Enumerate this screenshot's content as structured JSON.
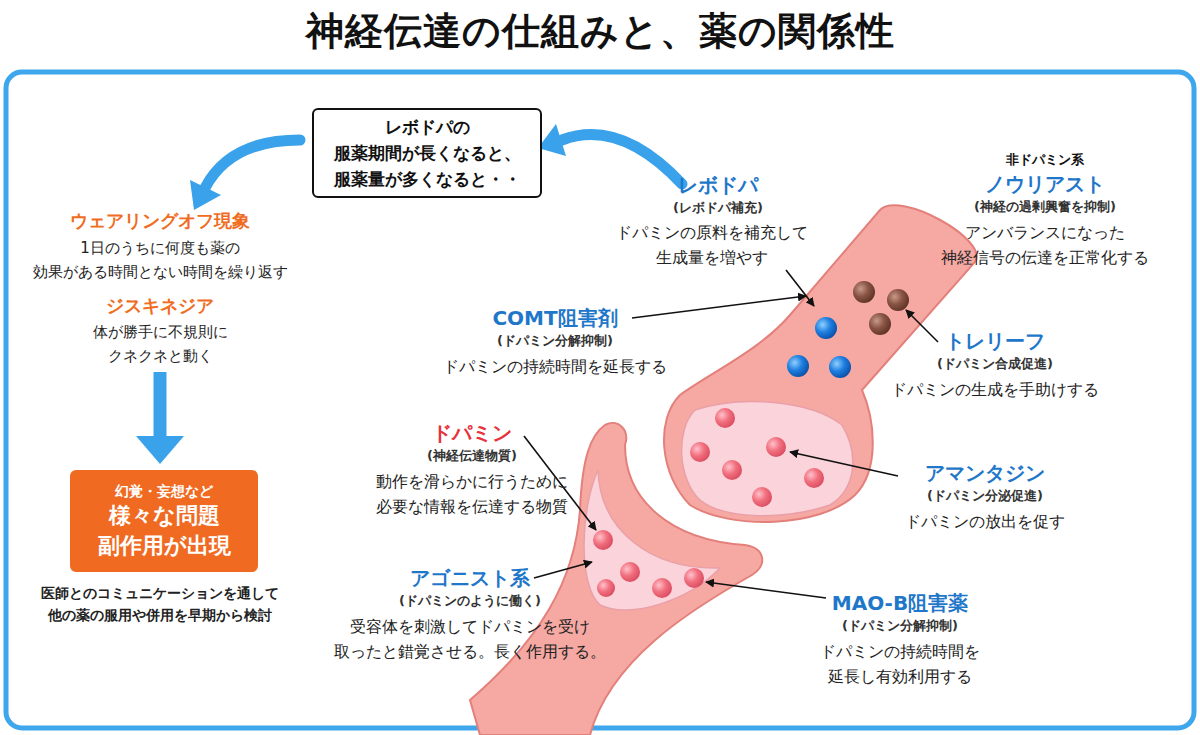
{
  "diagram": {
    "title": "神経伝達の仕組みと、薬の関係性",
    "nodes": [
      {
        "text": [
          "レボドパの 服薬期間が長くなると、 服薬量が多くなると・・"
        ]
      },
      {
        "text": [
          "幻覚・妄想など",
          "様々な問題 副作用が出現"
        ]
      }
    ],
    "labels": [
      "ウェアリングオフ現象",
      "1日のうちに何度も薬の 効果がある時間とない時間を繰り返す",
      "ジスキネジア",
      "体が勝手に不規則に クネクネと動く",
      "医師とのコミュニケーションを通して 他の薬の服用や併用を早期から検討",
      "レボドパ",
      "(レボドパ補充)",
      "ドパミンの原料を補充して 生成量を増やす",
      "非ドパミン系",
      "ノウリアスト",
      "(神経の過剰興奮を抑制)",
      "アンバランスになった 神経信号の伝達を正常化する",
      "COMT阻害剤",
      "(ドパミン分解抑制)",
      "ドパミンの持続時間を延長する",
      "トレリーフ",
      "(ドパミン合成促進)",
      "ドパミンの生成を手助けする",
      "ドパミン",
      "(神経伝達物質)",
      "動作を滑らかに行うために 必要な情報を伝達する物質",
      "アマンタジン",
      "(ドパミン分泌促進)",
      "ドパミンの放出を促す",
      "アゴニスト系",
      "(ドパミンのように働く)",
      "受容体を刺激してドパミンを受け 取ったと錯覚させる。長く作用する。",
      "MAO-B阻害薬",
      "(ドパミン分解抑制)",
      "ドパミンの持続時間を 延長し有効利用する"
    ]
  }
}
